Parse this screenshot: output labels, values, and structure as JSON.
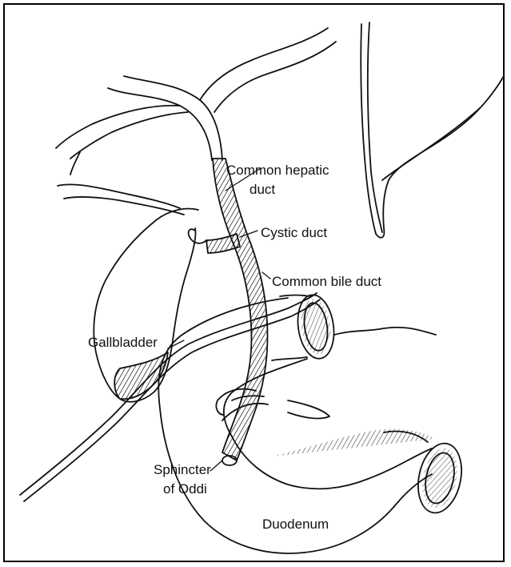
{
  "labels": {
    "common_hepatic_duct_1": "Common hepatic",
    "common_hepatic_duct_2": "duct",
    "cystic_duct": "Cystic duct",
    "common_bile_duct": "Common bile duct",
    "gallbladder": "Gallbladder",
    "sphincter_1": "Sphincter",
    "sphincter_2": "of Oddi",
    "duodenum": "Duodenum"
  },
  "colors": {
    "ink": "#111111",
    "paper": "#ffffff"
  }
}
